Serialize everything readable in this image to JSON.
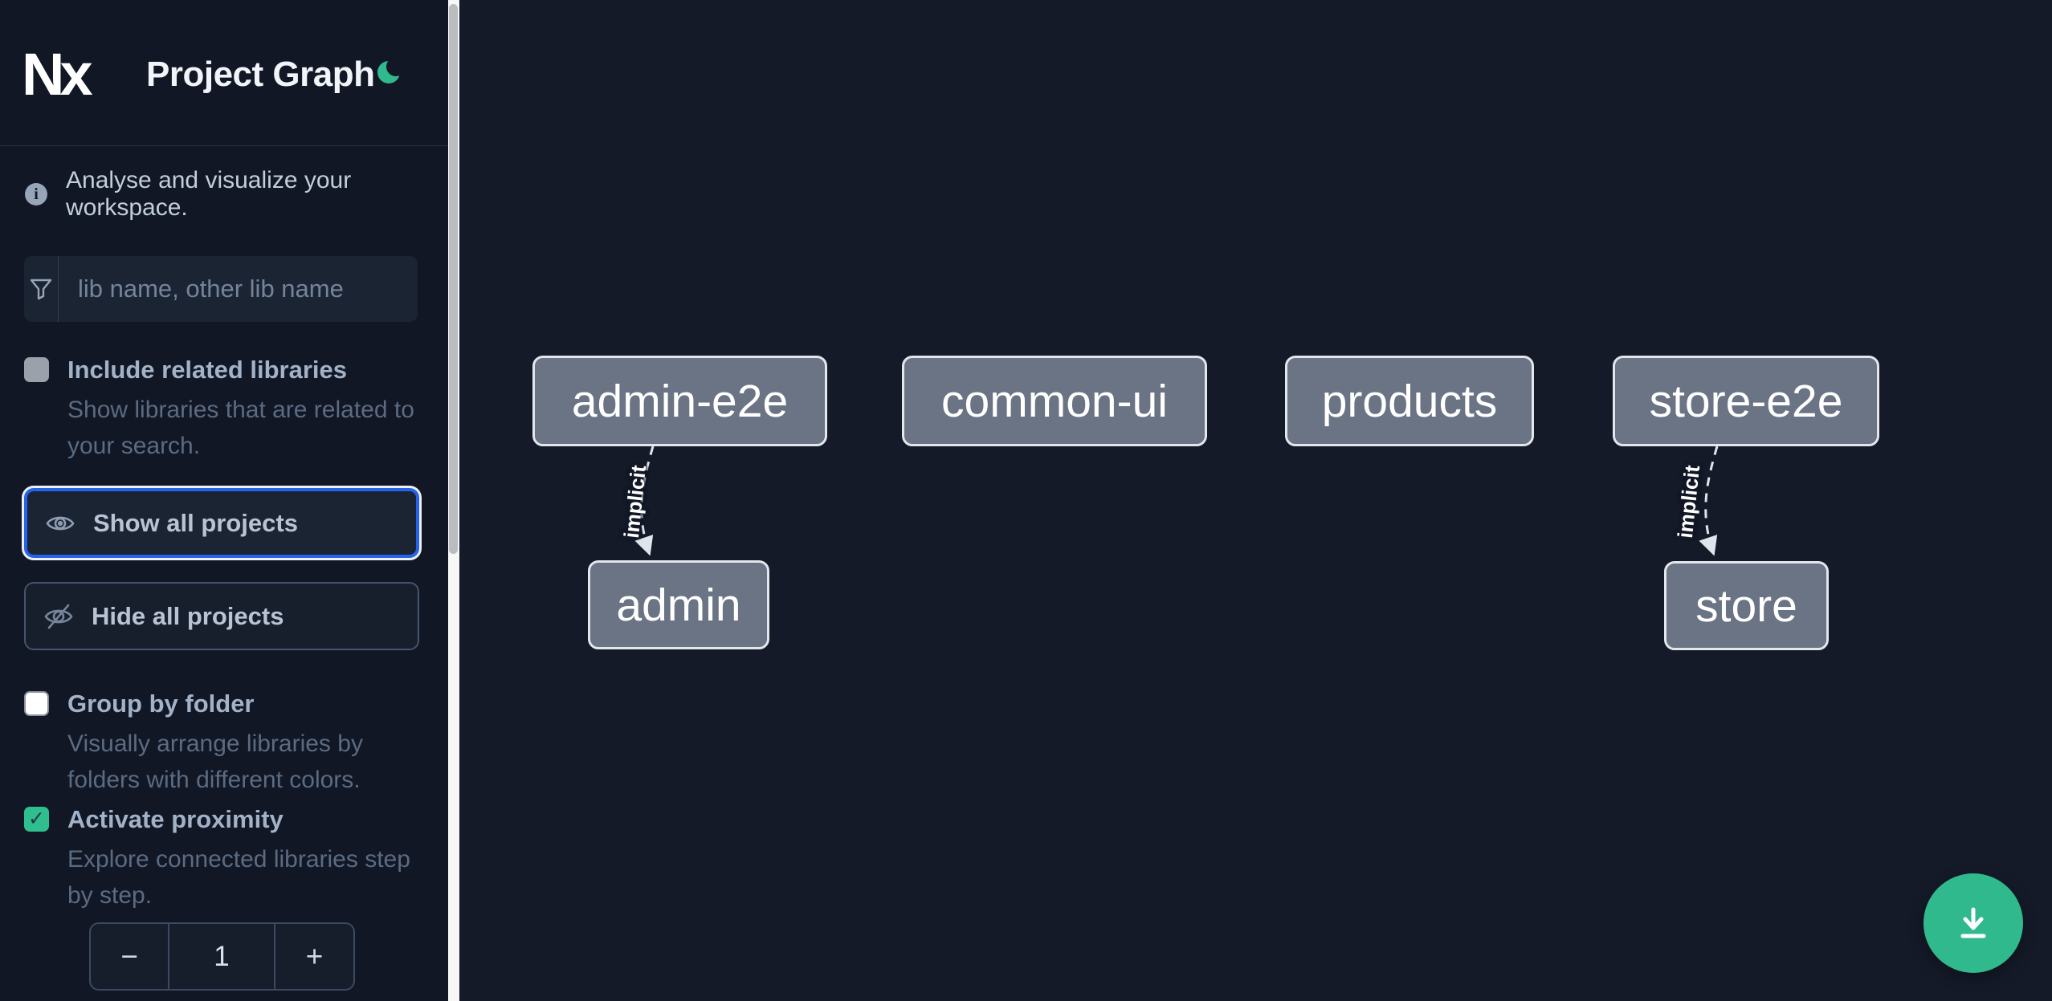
{
  "app": {
    "logo_text": "Nx",
    "title": "Project Graph"
  },
  "colors": {
    "accent_green": "#31b98e",
    "focus_blue": "#2563eb",
    "node_fill": "#6b7484",
    "node_border": "#e3e7ec",
    "sidebar_bg": "#111725",
    "canvas_bg": "#141a28"
  },
  "icons": {
    "theme_toggle": "moon-icon",
    "tagline": "info-icon",
    "filter": "funnel-icon",
    "show_all": "eye-icon",
    "hide_all": "eye-slash-icon",
    "export": "download-icon"
  },
  "sidebar": {
    "tagline": "Analyse and visualize your workspace.",
    "filter_input": {
      "value": "",
      "placeholder": "lib name, other lib name"
    },
    "include_related": {
      "label": "Include related libraries",
      "description": "Show libraries that are related to your search.",
      "checked": false,
      "disabled": true
    },
    "show_all_button": {
      "label": "Show all projects",
      "focused": true
    },
    "hide_all_button": {
      "label": "Hide all projects"
    },
    "group_by_folder": {
      "label": "Group by folder",
      "description": "Visually arrange libraries by folders with different colors.",
      "checked": false
    },
    "activate_proximity": {
      "label": "Activate proximity",
      "description": "Explore connected libraries step by step.",
      "checked": true
    },
    "proximity_stepper": {
      "decrement_label": "−",
      "value": "1",
      "increment_label": "+"
    }
  },
  "graph": {
    "nodes": [
      {
        "label": "admin-e2e"
      },
      {
        "label": "common-ui"
      },
      {
        "label": "products"
      },
      {
        "label": "store-e2e"
      },
      {
        "label": "admin"
      },
      {
        "label": "store"
      }
    ],
    "edges": [
      {
        "source": "admin-e2e",
        "target": "admin",
        "label": "implicit",
        "style": "dashed"
      },
      {
        "source": "store-e2e",
        "target": "store",
        "label": "implicit",
        "style": "dashed"
      }
    ]
  }
}
